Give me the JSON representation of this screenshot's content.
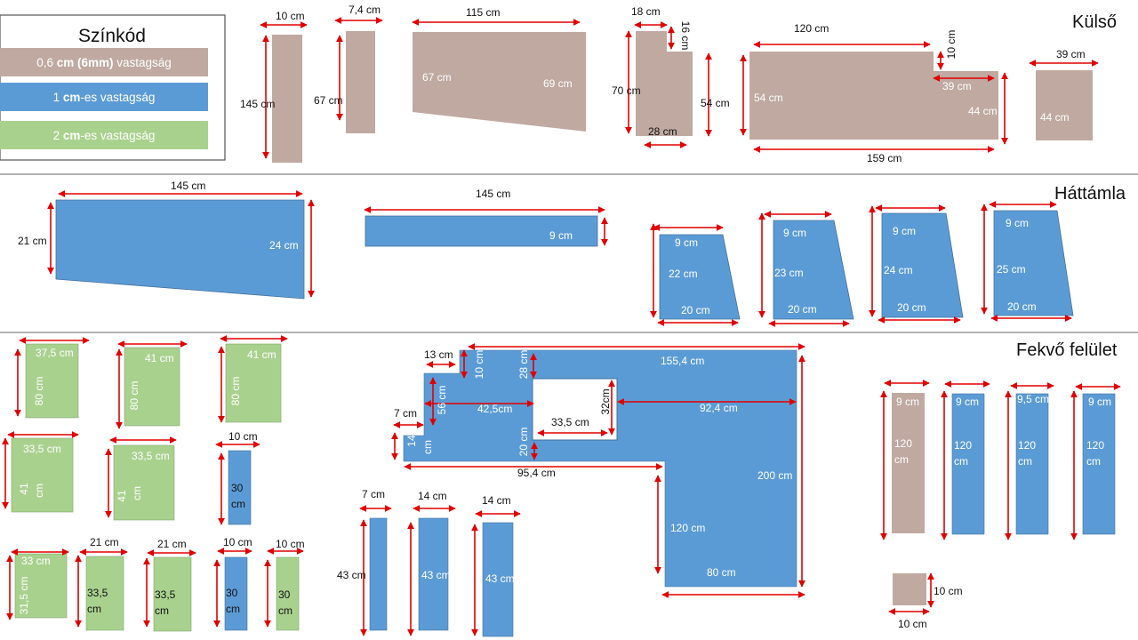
{
  "colors": {
    "thin": "#bfa9a1",
    "medium": "#5b9bd5",
    "thick": "#a9d18e",
    "arrow": "#e00000"
  },
  "legend": {
    "title": "Színkód",
    "items": [
      {
        "prefix": "0,6 ",
        "bold": "cm (6mm)",
        "suffix": " vastagság"
      },
      {
        "prefix": "1 ",
        "bold": "cm",
        "suffix": "-es vastagság"
      },
      {
        "prefix": "2 ",
        "bold": "cm",
        "suffix": "-es vastagság"
      }
    ]
  },
  "kulso": {
    "title": "Külső",
    "labels": [
      "10 cm",
      "145 cm",
      "7,4 cm",
      "67 cm",
      "115 cm",
      "67 cm",
      "69 cm",
      "18 cm",
      "16 cm",
      "70 cm",
      "54 cm",
      "28 cm",
      "120 cm",
      "10 cm",
      "54 cm",
      "39 cm",
      "44 cm",
      "159 cm",
      "39 cm",
      "44 cm"
    ]
  },
  "hattamla": {
    "title": "Háttámla",
    "labels": [
      "145 cm",
      "21 cm",
      "24 cm",
      "145 cm",
      "9 cm",
      "9 cm",
      "22 cm",
      "20 cm",
      "9 cm",
      "23 cm",
      "20 cm",
      "9 cm",
      "24 cm",
      "20 cm",
      "9 cm",
      "25 cm",
      "20 cm"
    ]
  },
  "fekvo": {
    "title": "Fekvő felület",
    "labels": [
      "37,5 cm",
      "80 cm",
      "41 cm",
      "80 cm",
      "41 cm",
      "80 cm",
      "33,5 cm",
      "41",
      "cm",
      "33,5 cm",
      "41",
      "cm",
      "10 cm",
      "30",
      "cm",
      "33 cm",
      "31,5 cm",
      "21 cm",
      "33,5",
      "cm",
      "21 cm",
      "33,5",
      "cm",
      "10 cm",
      "30",
      "cm",
      "10 cm",
      "30",
      "cm",
      "7 cm",
      "43 cm",
      "14 cm",
      "43 cm",
      "14 cm",
      "43 cm",
      "13 cm",
      "10 cm",
      "28 cm",
      "155,4 cm",
      "56 cm",
      "42,5cm",
      "7 cm",
      "14",
      "cm",
      "20 cm",
      "33,5 cm",
      "32cm",
      "92,4 cm",
      "95,4 cm",
      "200 cm",
      "120 cm",
      "80 cm",
      "9 cm",
      "120",
      "cm",
      "9 cm",
      "120",
      "cm",
      "9,5 cm",
      "120",
      "cm",
      "9 cm",
      "120",
      "cm",
      "10 cm",
      "10 cm"
    ]
  }
}
